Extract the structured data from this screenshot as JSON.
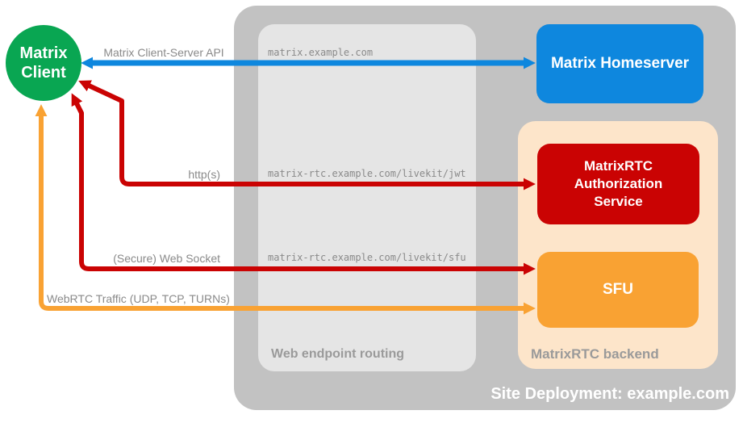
{
  "colors": {
    "green": "#09a652",
    "blue": "#0e87de",
    "red": "#ca0303",
    "orange": "#f9a233",
    "peach": "#fde5ca",
    "outer-gray": "#c2c2c2",
    "inner-gray": "#e5e5e5",
    "label-gray": "#8a8a8a",
    "caption-gray": "#9a9a9a",
    "text-white": "#ffffff"
  },
  "nodes": {
    "client": {
      "label": "Matrix Client"
    },
    "homeserver": {
      "label": "Matrix Homeserver"
    },
    "auth": {
      "label": "MatrixRTC Authorization Service"
    },
    "sfu": {
      "label": "SFU"
    }
  },
  "groups": {
    "deployment": {
      "label": "Site Deployment: example.com"
    },
    "routing": {
      "label": "Web endpoint routing",
      "endpoints": [
        "matrix.example.com",
        "matrix-rtc.example.com/livekit/jwt",
        "matrix-rtc.example.com/livekit/sfu"
      ]
    },
    "backend": {
      "label": "MatrixRTC backend"
    }
  },
  "connections": [
    {
      "label": "Matrix Client-Server API",
      "from": "Matrix Client",
      "to": "Matrix Homeserver",
      "via": "matrix.example.com",
      "color": "#0e87de",
      "bidirectional": true
    },
    {
      "label": "http(s)",
      "from": "Matrix Client",
      "to": "MatrixRTC Authorization Service",
      "via": "matrix-rtc.example.com/livekit/jwt",
      "color": "#ca0303",
      "bidirectional": true
    },
    {
      "label": "(Secure) Web Socket",
      "from": "Matrix Client",
      "to": "SFU",
      "via": "matrix-rtc.example.com/livekit/sfu",
      "color": "#ca0303",
      "bidirectional": true
    },
    {
      "label": "WebRTC Traffic (UDP, TCP, TURNs)",
      "from": "Matrix Client",
      "to": "SFU",
      "color": "#f9a233",
      "bidirectional": true
    }
  ]
}
